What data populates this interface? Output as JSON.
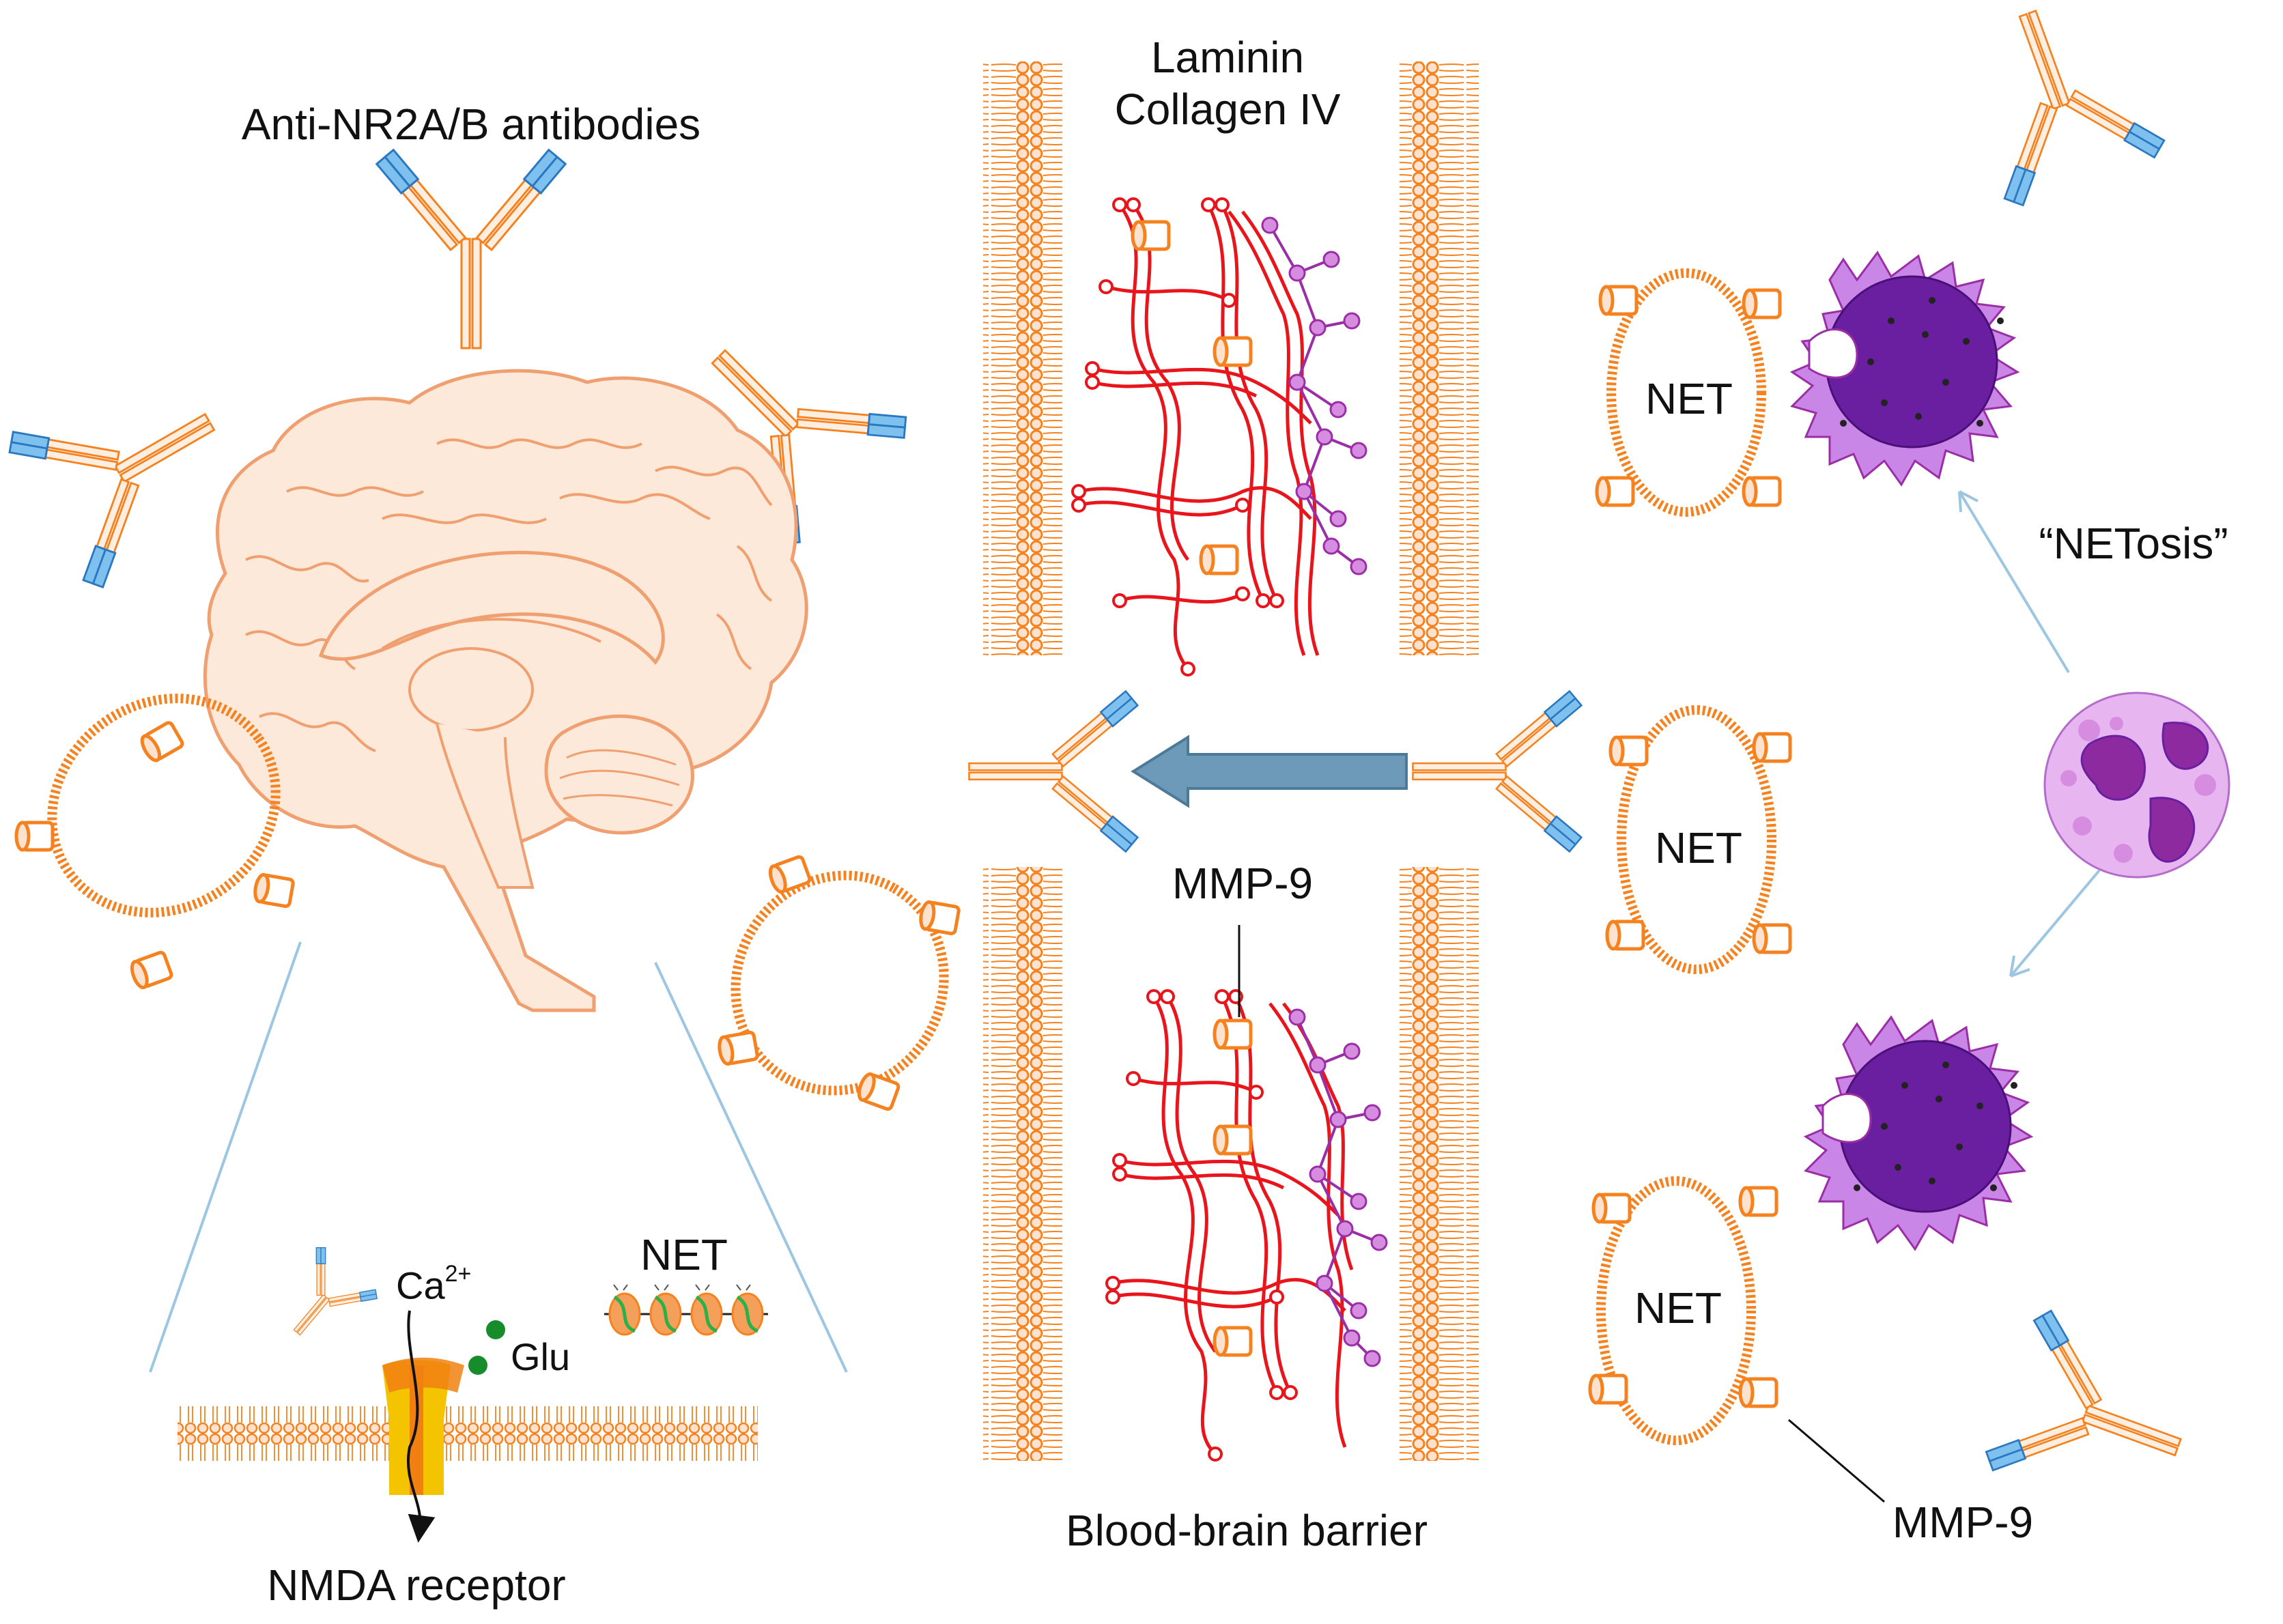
{
  "labels": {
    "antibodies": "Anti-NR2A/B antibodies",
    "laminin": "Laminin",
    "collagen": "Collagen IV",
    "mmp9_center": "MMP-9",
    "bbb": "Blood-brain barrier",
    "net_1": "NET",
    "net_2": "NET",
    "net_3": "NET",
    "net_small": "NET",
    "netosis": "“NETosis”",
    "mmp9_right": "MMP-9",
    "ca": "Ca",
    "ca_sup": "2+",
    "glu": "Glu",
    "nmda": "NMDA receptor"
  },
  "colors": {
    "orange": "#f5821f",
    "orange_light": "#fde3cf",
    "brain_fill": "#fde9da",
    "brain_stroke": "#f0a070",
    "antibody_fill": "#fdeee2",
    "antibody_blue": "#7fc1ee",
    "antibody_blue_dark": "#2a77c2",
    "collagen_red": "#e8161c",
    "laminin_purple": "#9b2ea6",
    "laminin_light": "#d68de0",
    "neutrophil": "#c986e6",
    "nucleus": "#6a1fa0",
    "arrow_blue": "#6d9ab8",
    "guide_line": "#9cc6e2",
    "glu_green": "#168c2a",
    "receptor_yellow": "#f5c400",
    "receptor_orange": "#f08010"
  }
}
